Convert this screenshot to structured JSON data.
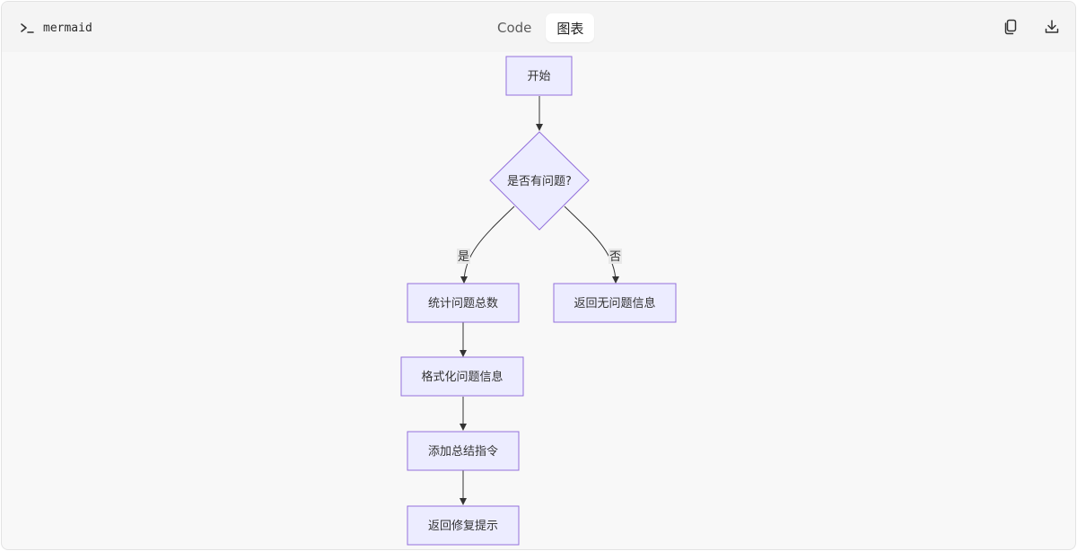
{
  "header": {
    "language_label": "mermaid",
    "tabs": [
      {
        "label": "Code",
        "active": false
      },
      {
        "label": "图表",
        "active": true
      }
    ],
    "copy_icon": "copy-icon",
    "download_icon": "download-icon"
  },
  "flowchart": {
    "colors": {
      "node_fill": "#ECECFF",
      "node_stroke": "#9370DB",
      "edge": "#333333",
      "edge_label_bg": "#E8E8E8"
    },
    "nodes": {
      "start": "开始",
      "decision": "是否有问题?",
      "count": "统计问题总数",
      "no_issues": "返回无问题信息",
      "format": "格式化问题信息",
      "summary": "添加总结指令",
      "return_fix": "返回修复提示"
    },
    "edge_labels": {
      "yes": "是",
      "no": "否"
    }
  }
}
